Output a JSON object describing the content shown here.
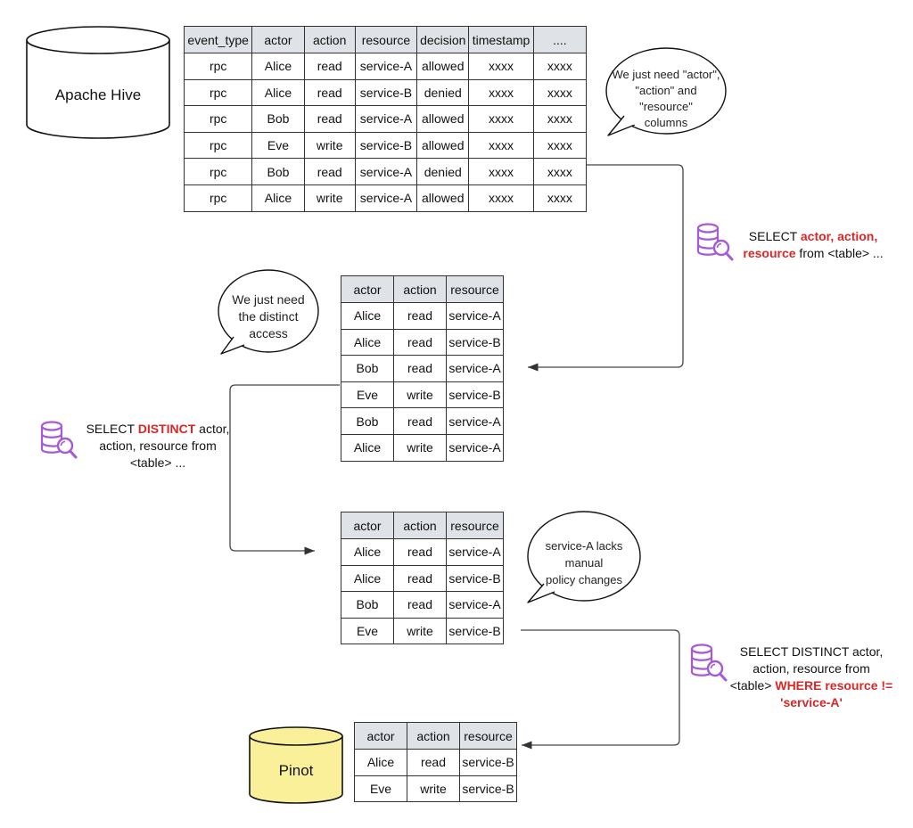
{
  "sources": {
    "hive_label": "Apache Hive",
    "pinot_label": "Pinot"
  },
  "table_raw": {
    "headers": [
      "event_type",
      "actor",
      "action",
      "resource",
      "decision",
      "timestamp",
      "...."
    ],
    "rows": [
      [
        "rpc",
        "Alice",
        "read",
        "service-A",
        "allowed",
        "xxxx",
        "xxxx"
      ],
      [
        "rpc",
        "Alice",
        "read",
        "service-B",
        "denied",
        "xxxx",
        "xxxx"
      ],
      [
        "rpc",
        "Bob",
        "read",
        "service-A",
        "allowed",
        "xxxx",
        "xxxx"
      ],
      [
        "rpc",
        "Eve",
        "write",
        "service-B",
        "allowed",
        "xxxx",
        "xxxx"
      ],
      [
        "rpc",
        "Bob",
        "read",
        "service-A",
        "denied",
        "xxxx",
        "xxxx"
      ],
      [
        "rpc",
        "Alice",
        "write",
        "service-A",
        "allowed",
        "xxxx",
        "xxxx"
      ]
    ]
  },
  "table_projected": {
    "headers": [
      "actor",
      "action",
      "resource"
    ],
    "rows": [
      [
        "Alice",
        "read",
        "service-A"
      ],
      [
        "Alice",
        "read",
        "service-B"
      ],
      [
        "Bob",
        "read",
        "service-A"
      ],
      [
        "Eve",
        "write",
        "service-B"
      ],
      [
        "Bob",
        "read",
        "service-A"
      ],
      [
        "Alice",
        "write",
        "service-A"
      ]
    ]
  },
  "table_distinct": {
    "headers": [
      "actor",
      "action",
      "resource"
    ],
    "rows": [
      [
        "Alice",
        "read",
        "service-A"
      ],
      [
        "Alice",
        "read",
        "service-B"
      ],
      [
        "Bob",
        "read",
        "service-A"
      ],
      [
        "Eve",
        "write",
        "service-B"
      ]
    ]
  },
  "table_final": {
    "headers": [
      "actor",
      "action",
      "resource"
    ],
    "rows": [
      [
        "Alice",
        "read",
        "service-B"
      ],
      [
        "Eve",
        "write",
        "service-B"
      ]
    ]
  },
  "notes": {
    "note1": [
      "We just need \"actor\",",
      "\"action\" and \"resource\"",
      "columns"
    ],
    "note2": [
      "We just need",
      "the distinct",
      "access"
    ],
    "note3": [
      "service-A lacks manual",
      "policy changes"
    ]
  },
  "queries": {
    "q1": {
      "line1_plain": "SELECT ",
      "line1_hl": "actor, action,",
      "line2_hl": "resource",
      "line2_plain": " from <table> ..."
    },
    "q2": {
      "line1_plain_a": "SELECT ",
      "line1_hl": "DISTINCT",
      "line1_plain_b": " actor,",
      "line2": "action, resource from",
      "line3": "<table> ..."
    },
    "q3": {
      "line1": "SELECT DISTINCT actor,",
      "line2": "action, resource from",
      "line3_plain": "<table> ",
      "line3_hl": "WHERE resource !=",
      "line4_hl": "'service-A'"
    }
  },
  "colors": {
    "highlight": "#d62828",
    "icon": "#a55ad8",
    "header_bg": "#dfe2e6",
    "pinot_fill": "#fbf09a"
  },
  "icons": [
    "database-search-icon"
  ]
}
